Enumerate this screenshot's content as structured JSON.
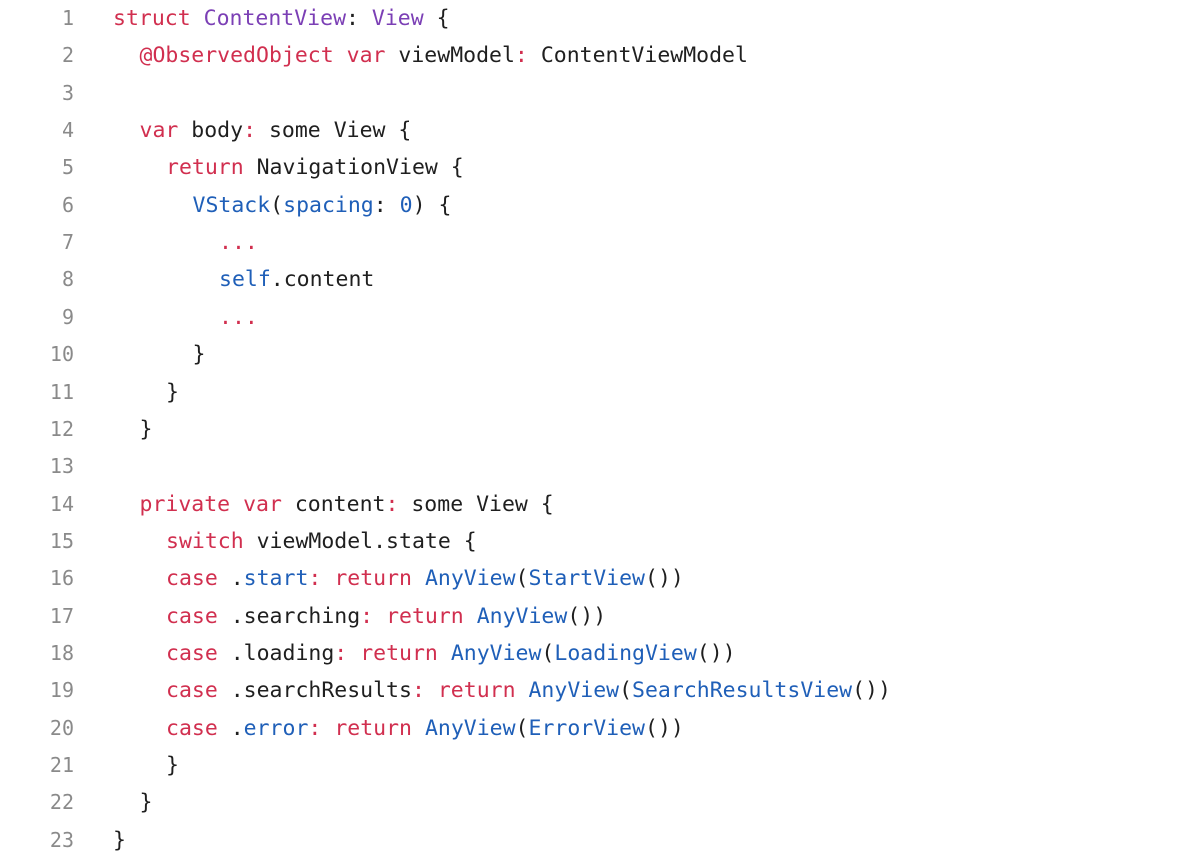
{
  "colors": {
    "default": "#1f1f1f",
    "keyword": "#d12f4f",
    "type": "#7b3fb5",
    "call": "#1f5fb8",
    "line_number": "#8a8a8a",
    "background": "#ffffff"
  },
  "lines": [
    {
      "number": "1",
      "indent": 0,
      "tokens": [
        {
          "text": "struct",
          "kind": "keyword"
        },
        {
          "text": " ",
          "kind": "default"
        },
        {
          "text": "ContentView",
          "kind": "type"
        },
        {
          "text": ": ",
          "kind": "default"
        },
        {
          "text": "View",
          "kind": "type"
        },
        {
          "text": " {",
          "kind": "default"
        }
      ]
    },
    {
      "number": "2",
      "indent": 1,
      "tokens": [
        {
          "text": "@ObservedObject",
          "kind": "keyword"
        },
        {
          "text": " ",
          "kind": "default"
        },
        {
          "text": "var",
          "kind": "keyword"
        },
        {
          "text": " viewModel",
          "kind": "default"
        },
        {
          "text": ":",
          "kind": "keyword"
        },
        {
          "text": " ContentViewModel",
          "kind": "default"
        }
      ]
    },
    {
      "number": "3",
      "indent": 0,
      "tokens": []
    },
    {
      "number": "4",
      "indent": 1,
      "tokens": [
        {
          "text": "var",
          "kind": "keyword"
        },
        {
          "text": " body",
          "kind": "default"
        },
        {
          "text": ":",
          "kind": "keyword"
        },
        {
          "text": " some View {",
          "kind": "default"
        }
      ]
    },
    {
      "number": "5",
      "indent": 2,
      "tokens": [
        {
          "text": "return",
          "kind": "keyword"
        },
        {
          "text": " NavigationView {",
          "kind": "default"
        }
      ]
    },
    {
      "number": "6",
      "indent": 3,
      "tokens": [
        {
          "text": "VStack",
          "kind": "call"
        },
        {
          "text": "(",
          "kind": "default"
        },
        {
          "text": "spacing",
          "kind": "call"
        },
        {
          "text": ": ",
          "kind": "default"
        },
        {
          "text": "0",
          "kind": "call"
        },
        {
          "text": ") {",
          "kind": "default"
        }
      ]
    },
    {
      "number": "7",
      "indent": 4,
      "tokens": [
        {
          "text": "...",
          "kind": "keyword"
        }
      ]
    },
    {
      "number": "8",
      "indent": 4,
      "tokens": [
        {
          "text": "self",
          "kind": "call"
        },
        {
          "text": ".content",
          "kind": "default"
        }
      ]
    },
    {
      "number": "9",
      "indent": 4,
      "tokens": [
        {
          "text": "...",
          "kind": "keyword"
        }
      ]
    },
    {
      "number": "10",
      "indent": 3,
      "tokens": [
        {
          "text": "}",
          "kind": "default"
        }
      ]
    },
    {
      "number": "11",
      "indent": 2,
      "tokens": [
        {
          "text": "}",
          "kind": "default"
        }
      ]
    },
    {
      "number": "12",
      "indent": 1,
      "tokens": [
        {
          "text": "}",
          "kind": "default"
        }
      ]
    },
    {
      "number": "13",
      "indent": 0,
      "tokens": []
    },
    {
      "number": "14",
      "indent": 1,
      "tokens": [
        {
          "text": "private",
          "kind": "keyword"
        },
        {
          "text": " ",
          "kind": "default"
        },
        {
          "text": "var",
          "kind": "keyword"
        },
        {
          "text": " content",
          "kind": "default"
        },
        {
          "text": ":",
          "kind": "keyword"
        },
        {
          "text": " some View {",
          "kind": "default"
        }
      ]
    },
    {
      "number": "15",
      "indent": 2,
      "tokens": [
        {
          "text": "switch",
          "kind": "keyword"
        },
        {
          "text": " viewModel.state {",
          "kind": "default"
        }
      ]
    },
    {
      "number": "16",
      "indent": 2,
      "tokens": [
        {
          "text": "case",
          "kind": "keyword"
        },
        {
          "text": " .",
          "kind": "default"
        },
        {
          "text": "start",
          "kind": "call"
        },
        {
          "text": ":",
          "kind": "keyword"
        },
        {
          "text": " ",
          "kind": "default"
        },
        {
          "text": "return",
          "kind": "keyword"
        },
        {
          "text": " ",
          "kind": "default"
        },
        {
          "text": "AnyView",
          "kind": "call"
        },
        {
          "text": "(",
          "kind": "default"
        },
        {
          "text": "StartView",
          "kind": "call"
        },
        {
          "text": "())",
          "kind": "default"
        }
      ]
    },
    {
      "number": "17",
      "indent": 2,
      "tokens": [
        {
          "text": "case",
          "kind": "keyword"
        },
        {
          "text": " .searching",
          "kind": "default"
        },
        {
          "text": ":",
          "kind": "keyword"
        },
        {
          "text": " ",
          "kind": "default"
        },
        {
          "text": "return",
          "kind": "keyword"
        },
        {
          "text": " ",
          "kind": "default"
        },
        {
          "text": "AnyView",
          "kind": "call"
        },
        {
          "text": "())",
          "kind": "default"
        }
      ]
    },
    {
      "number": "18",
      "indent": 2,
      "tokens": [
        {
          "text": "case",
          "kind": "keyword"
        },
        {
          "text": " .loading",
          "kind": "default"
        },
        {
          "text": ":",
          "kind": "keyword"
        },
        {
          "text": " ",
          "kind": "default"
        },
        {
          "text": "return",
          "kind": "keyword"
        },
        {
          "text": " ",
          "kind": "default"
        },
        {
          "text": "AnyView",
          "kind": "call"
        },
        {
          "text": "(",
          "kind": "default"
        },
        {
          "text": "LoadingView",
          "kind": "call"
        },
        {
          "text": "())",
          "kind": "default"
        }
      ]
    },
    {
      "number": "19",
      "indent": 2,
      "tokens": [
        {
          "text": "case",
          "kind": "keyword"
        },
        {
          "text": " .searchResults",
          "kind": "default"
        },
        {
          "text": ":",
          "kind": "keyword"
        },
        {
          "text": " ",
          "kind": "default"
        },
        {
          "text": "return",
          "kind": "keyword"
        },
        {
          "text": " ",
          "kind": "default"
        },
        {
          "text": "AnyView",
          "kind": "call"
        },
        {
          "text": "(",
          "kind": "default"
        },
        {
          "text": "SearchResultsView",
          "kind": "call"
        },
        {
          "text": "())",
          "kind": "default"
        }
      ]
    },
    {
      "number": "20",
      "indent": 2,
      "tokens": [
        {
          "text": "case",
          "kind": "keyword"
        },
        {
          "text": " .",
          "kind": "default"
        },
        {
          "text": "error",
          "kind": "call"
        },
        {
          "text": ":",
          "kind": "keyword"
        },
        {
          "text": " ",
          "kind": "default"
        },
        {
          "text": "return",
          "kind": "keyword"
        },
        {
          "text": " ",
          "kind": "default"
        },
        {
          "text": "AnyView",
          "kind": "call"
        },
        {
          "text": "(",
          "kind": "default"
        },
        {
          "text": "ErrorView",
          "kind": "call"
        },
        {
          "text": "())",
          "kind": "default"
        }
      ]
    },
    {
      "number": "21",
      "indent": 2,
      "tokens": [
        {
          "text": "}",
          "kind": "default"
        }
      ]
    },
    {
      "number": "22",
      "indent": 1,
      "tokens": [
        {
          "text": "}",
          "kind": "default"
        }
      ]
    },
    {
      "number": "23",
      "indent": 0,
      "tokens": [
        {
          "text": "}",
          "kind": "default"
        }
      ]
    }
  ]
}
